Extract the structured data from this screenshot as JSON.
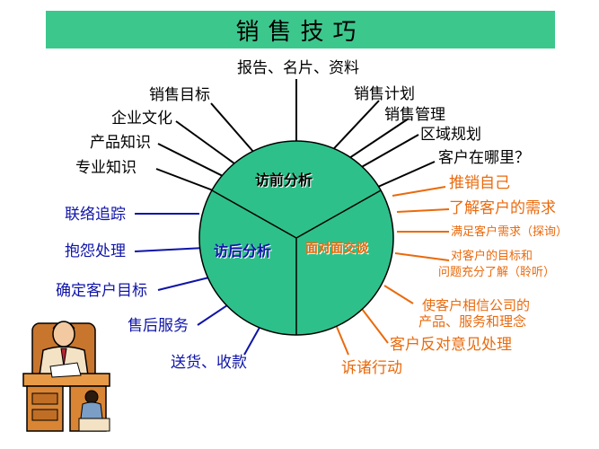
{
  "title": "销售技巧",
  "center": {
    "pre_visit": "访前分析",
    "after_visit": "访后分析",
    "face_to_face": "面对面交谈"
  },
  "pre_visit_items": [
    "报告、名片、资料",
    "销售目标",
    "销售计划",
    "企业文化",
    "销售管理",
    "产品知识",
    "区域规划",
    "专业知识",
    "客户在哪里？"
  ],
  "after_visit_items": [
    "联络追踪",
    "抱怨处理",
    "确定客户目标",
    "售后服务",
    "送货、收款"
  ],
  "face_to_face_items": [
    "推销自己",
    "了解客户的需求",
    "满足客户需求（探询）",
    "对客户的目标和",
    "问题充分了解（聆听）",
    "使客户相信公司的",
    "产品、服务和理念",
    "客户反对意见处理",
    "诉诸行动"
  ],
  "colors": {
    "banner": "#3cc78d",
    "circle": "#2ec08a",
    "pre": "#000000",
    "after": "#0f14a8",
    "face": "#ea6a0c"
  },
  "clipart": "businessman-at-desk"
}
